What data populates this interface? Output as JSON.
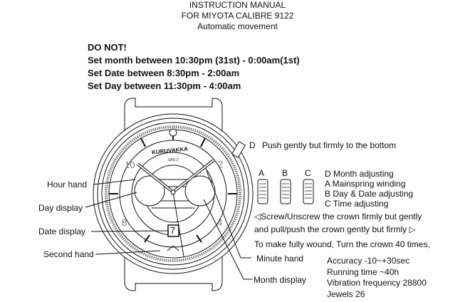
{
  "header": {
    "line1": "INSTRUCTION MANUAL",
    "line2": "FOR MIYOTA CALIBRE 9122",
    "line3": "Automatic movement"
  },
  "warnings": {
    "title": "DO NOT!",
    "items": [
      "Set month between 10:30pm (31st) - 0:00am(1st)",
      "Set Date between 8:30pm - 2:00am",
      "Set Day between 11:30pm - 4:00am"
    ]
  },
  "dial": {
    "brand": "KURUVAKKA",
    "model": "SAS-3",
    "numerals": [
      "10",
      "2",
      "4",
      "8"
    ],
    "date": "7"
  },
  "labels_left": {
    "hour_hand": "Hour hand",
    "day_display": "Day display",
    "date_display": "Date display",
    "second_hand": "Second hand"
  },
  "labels_bottom": {
    "minute_hand": "Minute hand",
    "month_display": "Month display"
  },
  "crown": {
    "d_letter": "D",
    "d_text": "Push gently but firmly to the bottom",
    "positions": [
      "A",
      "B",
      "C"
    ],
    "list": [
      "D Month adjusting",
      "A Mainspring winding",
      "B Day & Date adjusting",
      "C Time adjusting"
    ]
  },
  "notes": {
    "screw_line1": "◁Screw/Unscrew the crown firmly but gently",
    "screw_line2": "and pull/push the crown gently but firmly ▷",
    "wind": "To make fully wound, Turn the crown 40 times,"
  },
  "specs": [
    "Accuracy -10~+30sec",
    "Running time ~40h",
    "Vibration frequency 28800",
    "Jewels 26"
  ]
}
